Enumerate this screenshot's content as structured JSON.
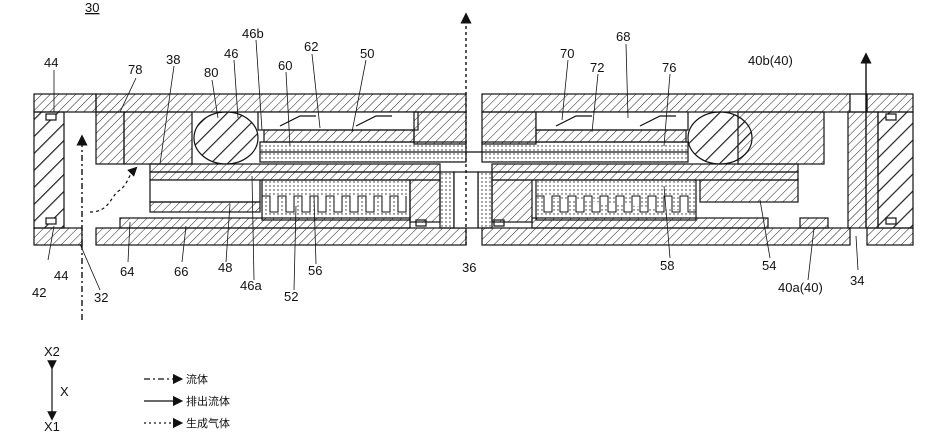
{
  "figure_number": "30",
  "reference_labels": [
    "44",
    "78",
    "38",
    "80",
    "46",
    "46b",
    "60",
    "62",
    "50",
    "70",
    "72",
    "68",
    "76",
    "40b(40)",
    "42",
    "44",
    "32",
    "64",
    "66",
    "48",
    "46a",
    "52",
    "56",
    "36",
    "58",
    "54",
    "40a(40)",
    "34"
  ],
  "axis": {
    "top": "X2",
    "middle": "X",
    "bottom": "X1"
  },
  "legend": [
    {
      "style": "dash-dot",
      "label": "流体"
    },
    {
      "style": "solid",
      "label": "排出流体"
    },
    {
      "style": "dotted",
      "label": "生成气体"
    }
  ]
}
